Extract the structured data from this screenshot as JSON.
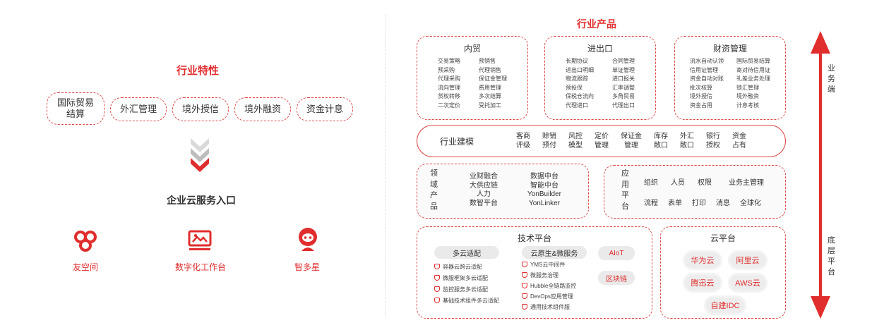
{
  "left": {
    "title": "行业特性",
    "features": [
      "国际贸易\n结算",
      "外汇管理",
      "境外授信",
      "境外融资",
      "资金计息"
    ],
    "entry_title": "企业云服务入口",
    "entries": [
      {
        "label": "友空间",
        "icon": "friend-space-icon"
      },
      {
        "label": "数字化工作台",
        "icon": "digital-workbench-icon"
      },
      {
        "label": "智多星",
        "icon": "robot-icon"
      }
    ]
  },
  "right": {
    "title": "行业产品",
    "neimao": {
      "title": "内贸",
      "col1": [
        "交易策略",
        "预采购",
        "代理采购",
        "流向管理",
        "货权转移",
        "二次定价"
      ],
      "col2": [
        "预销售",
        "代理销售",
        "保证金管理",
        "费用管理",
        "多次结算",
        "受托加工"
      ]
    },
    "jinchukou": {
      "title": "进出口",
      "col1": [
        "长期协议",
        "进出口明细",
        "物流跟踪",
        "预投保",
        "保税仓流向",
        "代理进口"
      ],
      "col2": [
        "合同管理",
        "单证管理",
        "进口报关",
        "汇率调整",
        "多角贸易",
        "代理出口"
      ]
    },
    "caizi": {
      "title": "财资管理",
      "col1": [
        "流水自动认领",
        "信用证管理",
        "资金自动对账",
        "批次核算",
        "境外授信",
        "资金占用"
      ],
      "col2": [
        "国际贸易结算",
        "寄对待信用证",
        "礼差业务处理",
        "锁汇管理",
        "境外融资",
        "计息考核"
      ]
    },
    "modeling": {
      "title": "行业建模",
      "items": [
        "客商\n评级",
        "赊销\n预付",
        "风控\n模型",
        "定价\n管理",
        "保证金\n管理",
        "库存\n敞口",
        "外汇\n敞口",
        "银行\n授权",
        "资金\n占有"
      ]
    },
    "domain": {
      "title": "领\n域\n产\n品",
      "col1": [
        "业财融合",
        "大供应链",
        "人力",
        "数智平台"
      ],
      "col2": [
        "数据中台",
        "智能中台",
        "YonBuilder",
        "YonLinker"
      ]
    },
    "app_platform": {
      "title": "应\n用\n平\n台",
      "row1": [
        "组织",
        "人员",
        "权限",
        "业务主管理"
      ],
      "row2": [
        "流程",
        "表单",
        "打印",
        "消息",
        "全球化"
      ]
    },
    "tech": {
      "title": "技术平台",
      "multi_cloud": {
        "label": "多云适配",
        "items": [
          "容器云跨云适配",
          "微服框架多云适配",
          "监控服务多云适配",
          "基础技术组件多云适配"
        ]
      },
      "cloud_native": {
        "label": "云原生&微服务",
        "items": [
          "YMS云中间件",
          "微服务治理",
          "Hubble全链路监控",
          "DevOps应用管理",
          "通用技术组件服"
        ]
      },
      "aiot": "AIoT",
      "blockchain": "区块链"
    },
    "cloud": {
      "title": "云平台",
      "providers": [
        "华为云",
        "阿里云",
        "腾迅云",
        "AWS云",
        "自建IDC"
      ]
    },
    "axis": {
      "top": "业\n务\n端",
      "bottom": "底\n层\n平\n台"
    }
  }
}
